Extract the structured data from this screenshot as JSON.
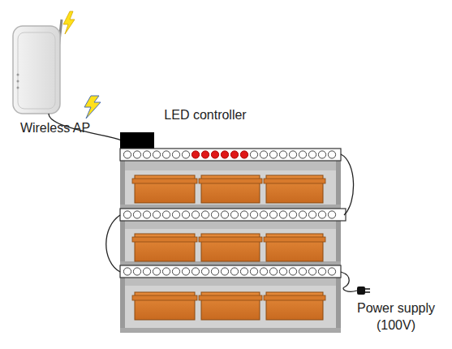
{
  "diagram": {
    "labels": [
      "Wireless AP",
      "LED controller",
      "Power supply (100V)"
    ]
  }
}
